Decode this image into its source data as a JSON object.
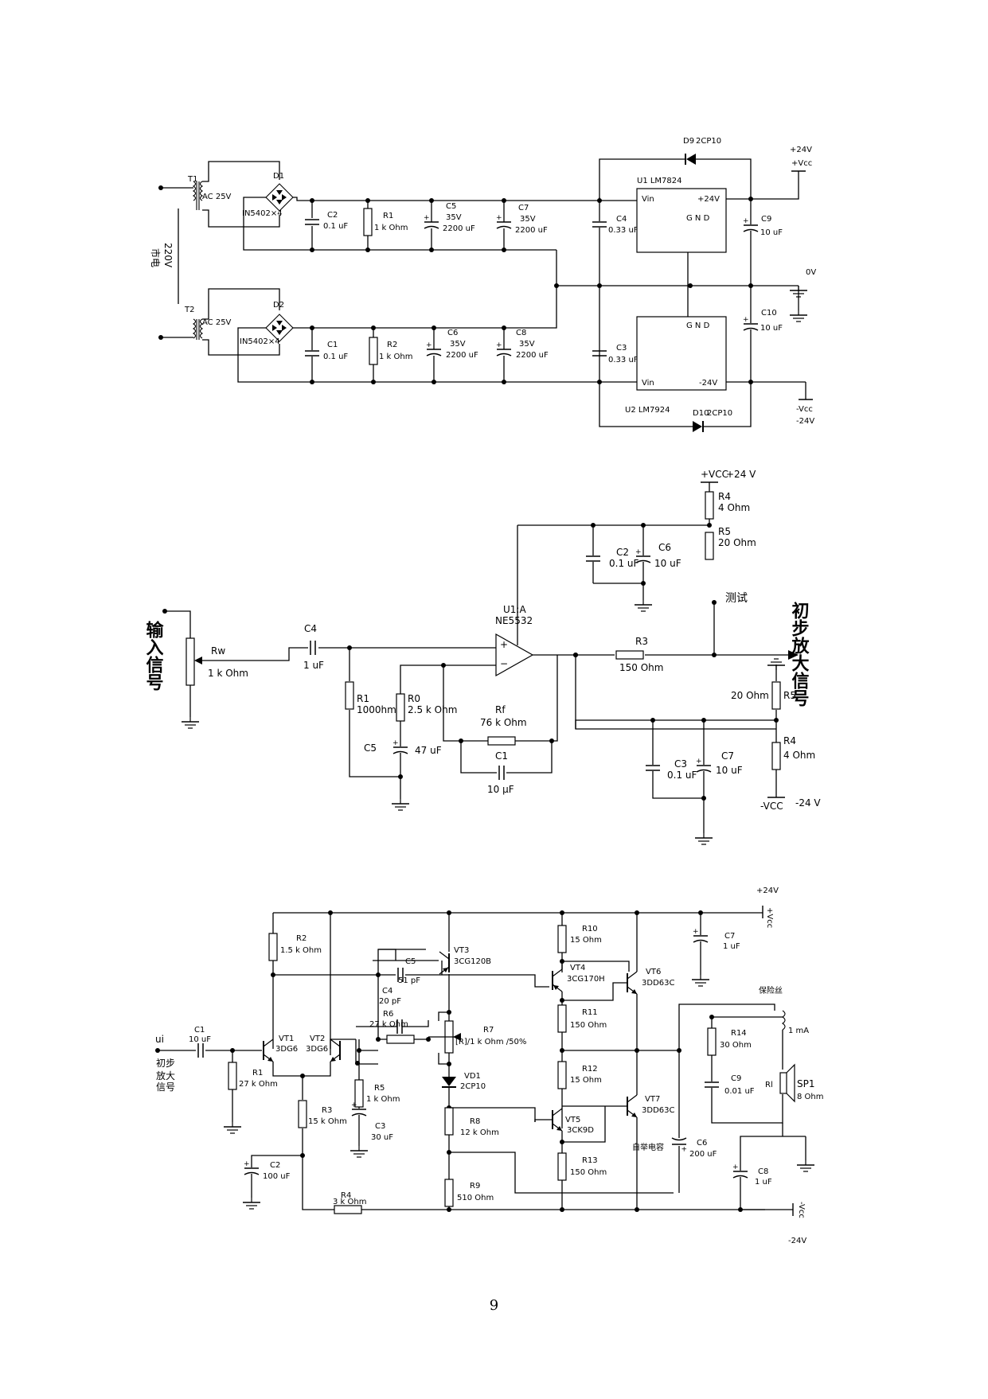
{
  "page_number": "9",
  "power_supply": {
    "mains_label": "220V",
    "mains_label2": "市电",
    "t1": {
      "name": "T1",
      "value": "AC 25V"
    },
    "t2": {
      "name": "T2",
      "value": "AC 25V"
    },
    "d1": {
      "name": "D1",
      "value": "IN5402×4"
    },
    "d2": {
      "name": "D2",
      "value": "IN5402×4"
    },
    "c2": {
      "name": "C2",
      "value": "0.1 uF"
    },
    "r1": {
      "name": "R1",
      "value": "1 k Ohm"
    },
    "c5": {
      "name": "C5",
      "v": "35V",
      "value": "2200 uF"
    },
    "c7": {
      "name": "C7",
      "v": "35V",
      "value": "2200 uF"
    },
    "c1": {
      "name": "C1",
      "value": "0.1 uF"
    },
    "r2": {
      "name": "R2",
      "value": "1 k Ohm"
    },
    "c6": {
      "name": "C6",
      "v": "35V",
      "value": "2200 uF"
    },
    "c8": {
      "name": "C8",
      "v": "35V",
      "value": "2200 uF"
    },
    "c4": {
      "name": "C4",
      "value": "0.33 uF"
    },
    "c3": {
      "name": "C3",
      "value": "0.33 uF"
    },
    "u1": {
      "name": "U1 LM7824",
      "vin": "Vin",
      "out": "+24V",
      "gnd": "G N D"
    },
    "u2": {
      "name": "U2 LM7924",
      "vin": "Vin",
      "out": "-24V",
      "gnd": "G N D"
    },
    "d9": {
      "name": "D9",
      "value": "2CP10"
    },
    "d10": {
      "name": "D10",
      "value": "2CP10"
    },
    "c9": {
      "name": "C9",
      "value": "10 uF"
    },
    "c10": {
      "name": "C10",
      "value": "10 uF"
    },
    "pos_out": "+24V",
    "pos_vcc": "+Vcc",
    "zero": "0V",
    "neg_vcc": "-Vcc",
    "neg_out": "-24V"
  },
  "preamp": {
    "vcc_pos": "+VCC",
    "vcc_pos_v": "+24 V",
    "r4": {
      "name": "R4",
      "value": "4 Ohm"
    },
    "r5": {
      "name": "R5",
      "value": "20 Ohm"
    },
    "c2": {
      "name": "C2",
      "value": "0.1 uF"
    },
    "c6": {
      "name": "C6",
      "value": "10 uF"
    },
    "u1a": {
      "name": "U1:A",
      "value": "NE5532"
    },
    "test": "测试",
    "output_label": "初步放大信号",
    "input_label": "输入信号",
    "rw": {
      "name": "Rw",
      "value": "1 k Ohm"
    },
    "c4": {
      "name": "C4",
      "value": "1 uF"
    },
    "r1": {
      "name": "R1",
      "value": "1000hm"
    },
    "r0": {
      "name": "R0",
      "value": "2.5 k Ohm"
    },
    "c5": {
      "name": "C5",
      "value": "47 uF"
    },
    "rf": {
      "name": "Rf",
      "value": "76 k Ohm"
    },
    "c1": {
      "name": "C1",
      "value": "10 μF"
    },
    "r3": {
      "name": "R3",
      "value": "150 Ohm"
    },
    "r5n": {
      "name": "R5",
      "value": "20 Ohm"
    },
    "r4n": {
      "name": "R4",
      "value": "4 Ohm"
    },
    "c3": {
      "name": "C3",
      "value": "0.1 uF"
    },
    "c7": {
      "name": "C7",
      "value": "10 uF"
    },
    "vcc_neg": "-VCC",
    "vcc_neg_v": "-24 V"
  },
  "power_amp": {
    "vcc_pos": "+24V",
    "vcc_pos_tag": "+Vcc",
    "ui": "ui",
    "input_label": "初步放大信号",
    "c1": {
      "name": "C1",
      "value": "10 uF"
    },
    "r1": {
      "name": "R1",
      "value": "27 k Ohm"
    },
    "r2": {
      "name": "R2",
      "value": "1.5 k Ohm"
    },
    "vt1": {
      "name": "VT1",
      "value": "3DG6"
    },
    "vt2": {
      "name": "VT2",
      "value": "3DG6"
    },
    "vt3": {
      "name": "VT3",
      "value": "3CG120B"
    },
    "c5": {
      "name": "C5",
      "value": "51 pF"
    },
    "c4": {
      "name": "C4",
      "value": "20 pF"
    },
    "r6": {
      "name": "R6",
      "value": "27 k Ohm"
    },
    "r7": {
      "name": "R7",
      "value": "[R]/1 k Ohm /50%"
    },
    "vd1": {
      "name": "VD1",
      "value": "2CP10"
    },
    "r5": {
      "name": "R5",
      "value": "1 k Ohm"
    },
    "c3": {
      "name": "C3",
      "value": "30 uF"
    },
    "r3": {
      "name": "R3",
      "value": "15 k Ohm"
    },
    "c2": {
      "name": "C2",
      "value": "100 uF"
    },
    "r4": {
      "name": "R4",
      "value": "3 k Ohm"
    },
    "r8": {
      "name": "R8",
      "value": "12 k Ohm"
    },
    "r9": {
      "name": "R9",
      "value": "510 Ohm"
    },
    "r10": {
      "name": "R10",
      "value": "15 Ohm"
    },
    "vt4": {
      "name": "VT4",
      "value": "3CG170H"
    },
    "r11": {
      "name": "R11",
      "value": "150 Ohm"
    },
    "r12": {
      "name": "R12",
      "value": "15 Ohm"
    },
    "vt5": {
      "name": "VT5",
      "value": "3CK9D"
    },
    "r13": {
      "name": "R13",
      "value": "150 Ohm"
    },
    "vt6": {
      "name": "VT6",
      "value": "3DD63C"
    },
    "vt7": {
      "name": "VT7",
      "value": "3DD63C"
    },
    "c6": {
      "name": "C6",
      "value": "200 uF",
      "note": "自举电容"
    },
    "c7": {
      "name": "C7",
      "value": "1 uF"
    },
    "fuse": {
      "name": "保险丝",
      "value": "1 mA"
    },
    "r14": {
      "name": "R14",
      "value": "30 Ohm"
    },
    "c9": {
      "name": "C9",
      "value": "0.01 uF"
    },
    "rl": "Rl",
    "sp1": {
      "name": "SP1",
      "value": "8 Ohm"
    },
    "c8": {
      "name": "C8",
      "value": "1 uF"
    },
    "vcc_neg_tag": "-Vcc",
    "vcc_neg": "-24V"
  }
}
